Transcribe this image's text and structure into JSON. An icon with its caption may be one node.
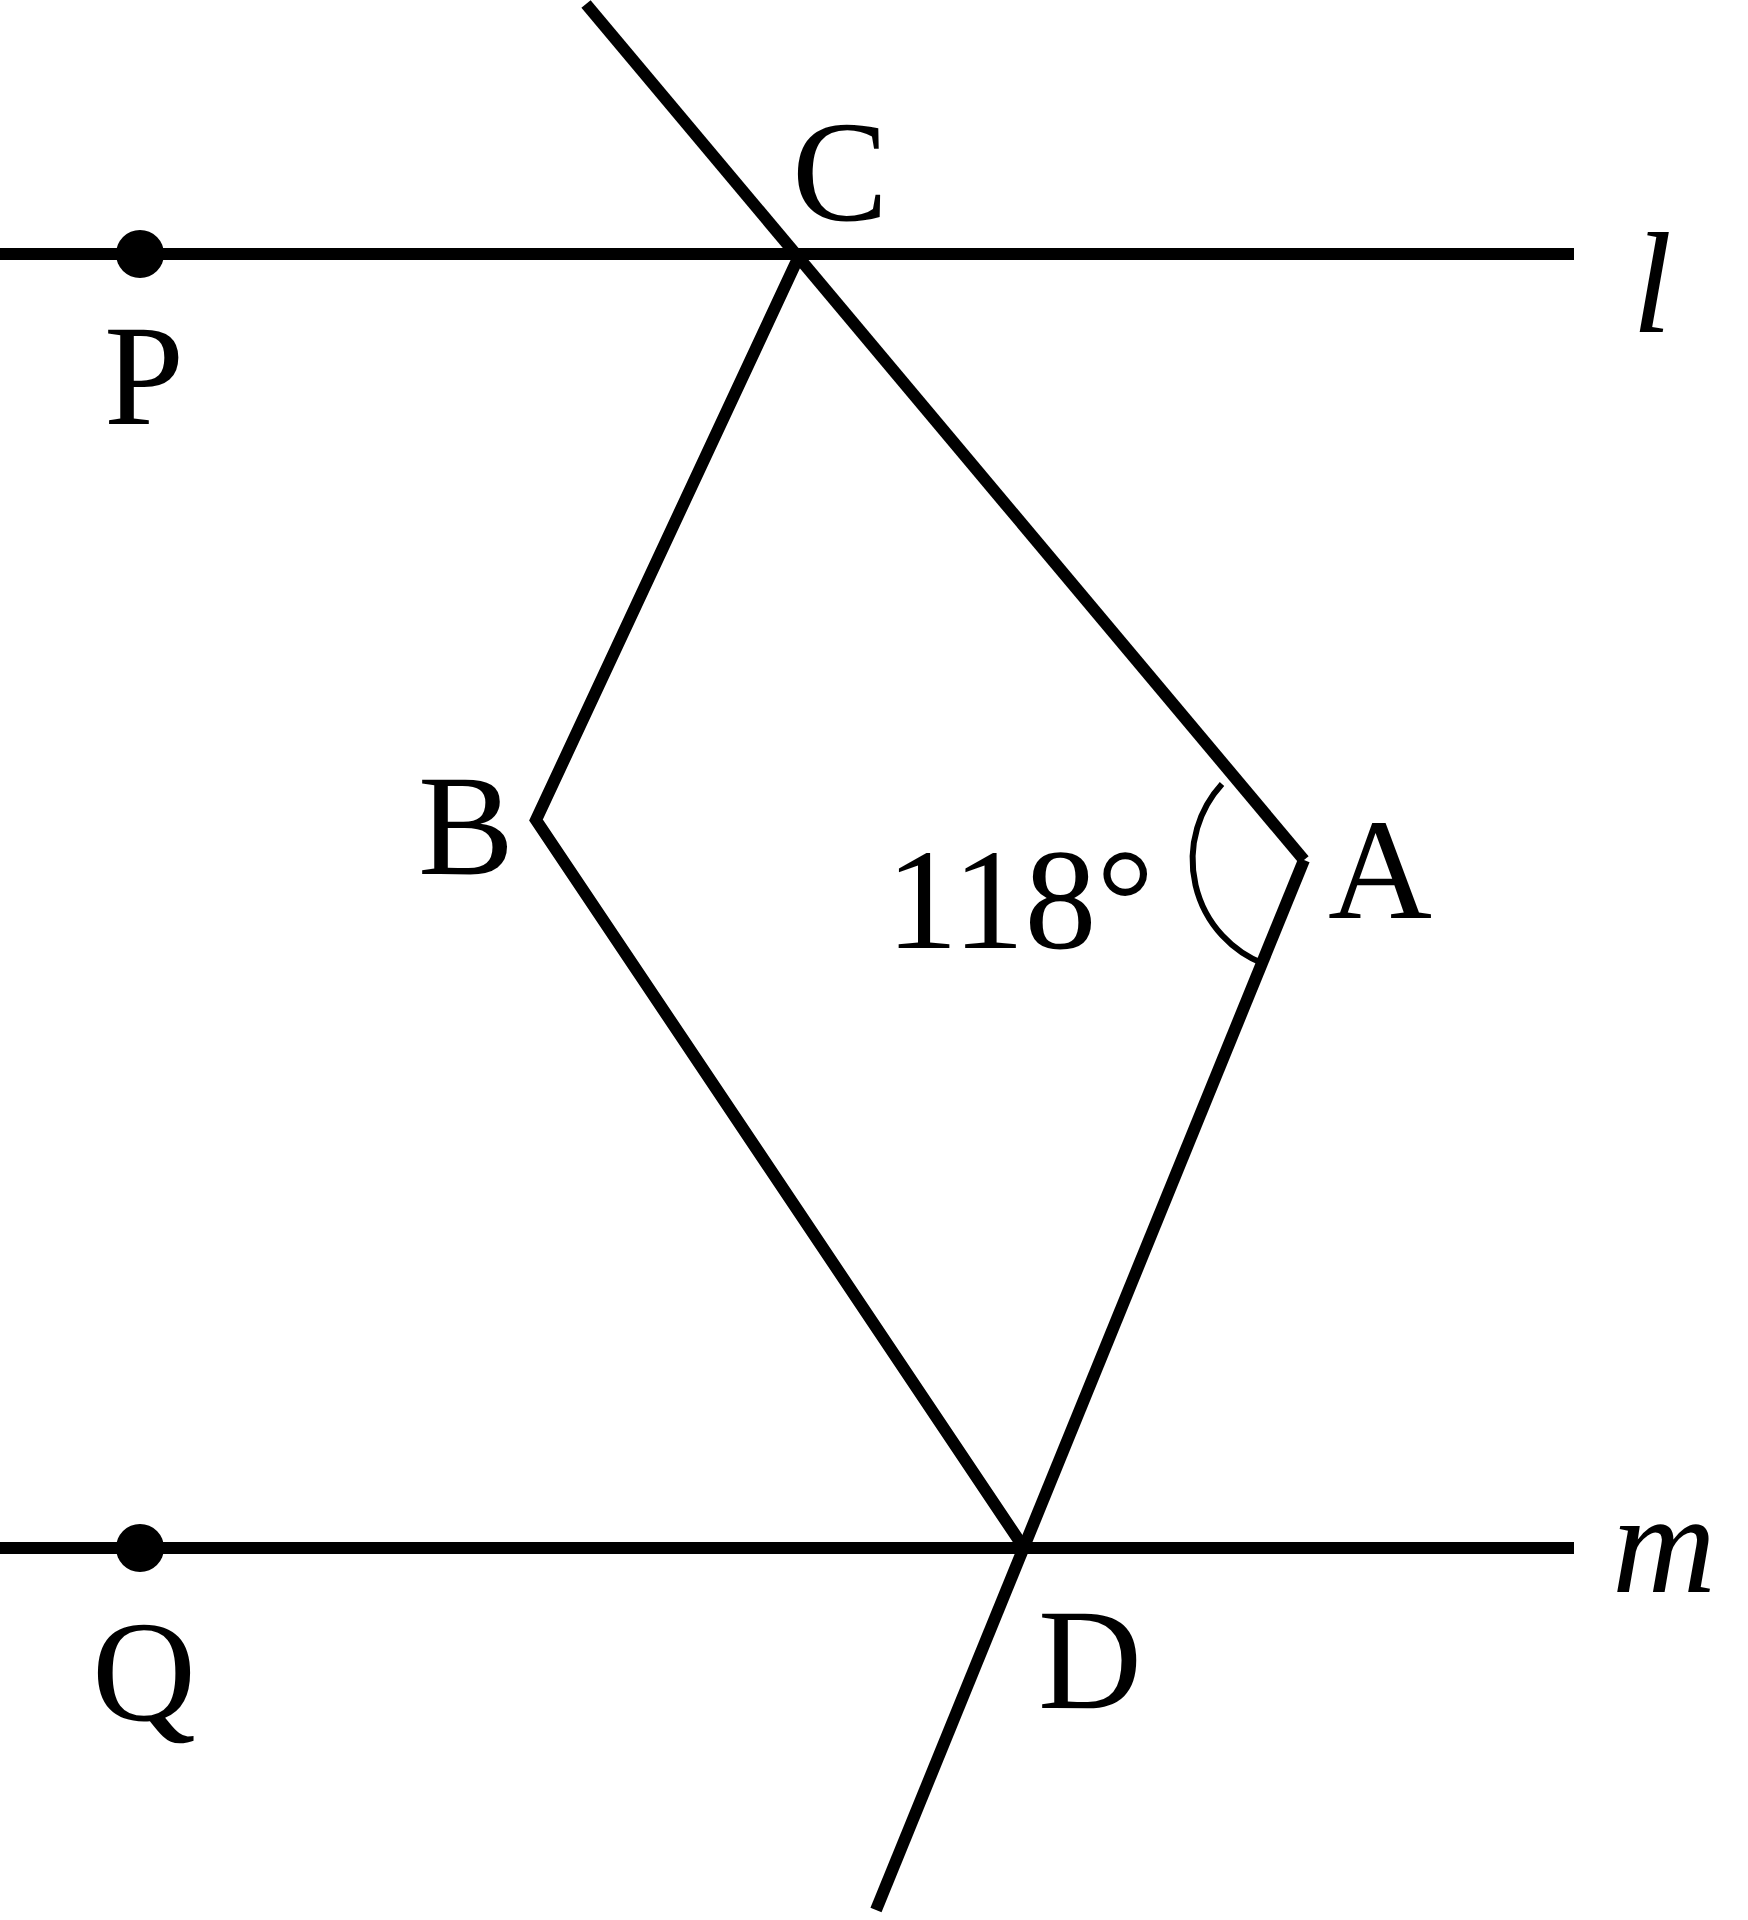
{
  "diagram": {
    "labels": [
      "C",
      "l",
      "P",
      "B",
      "118°",
      "A",
      "m",
      "Q",
      "D"
    ]
  }
}
